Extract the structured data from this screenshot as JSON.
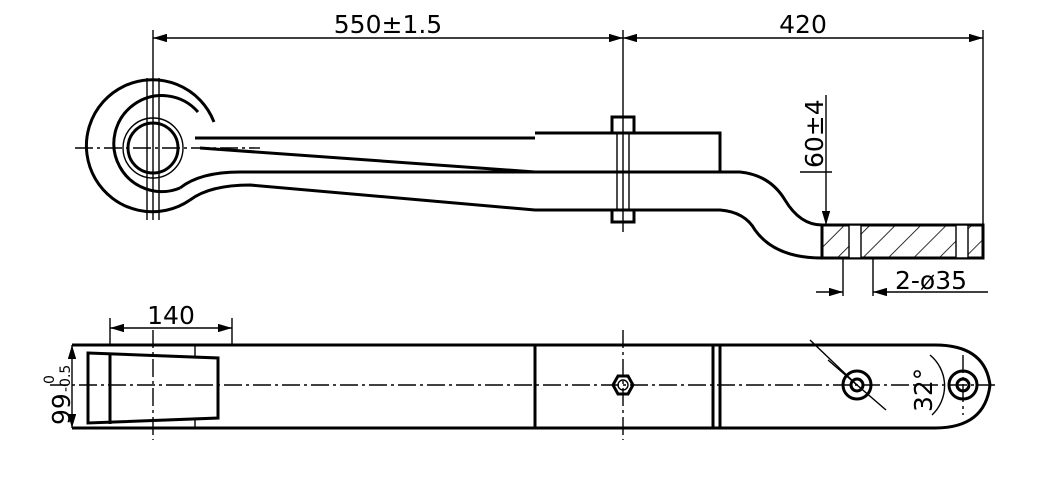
{
  "drawing": {
    "dimensions": {
      "eye_to_center": "550±1.5",
      "center_to_end": "420",
      "drop_height": "60±4",
      "holes": "2-ø35",
      "block_length": "140",
      "width_nominal": "99",
      "width_upper_tol": "0",
      "width_lower_tol": "-0.5",
      "angle": "32°"
    },
    "line_color": "#000000",
    "background": "#ffffff"
  }
}
